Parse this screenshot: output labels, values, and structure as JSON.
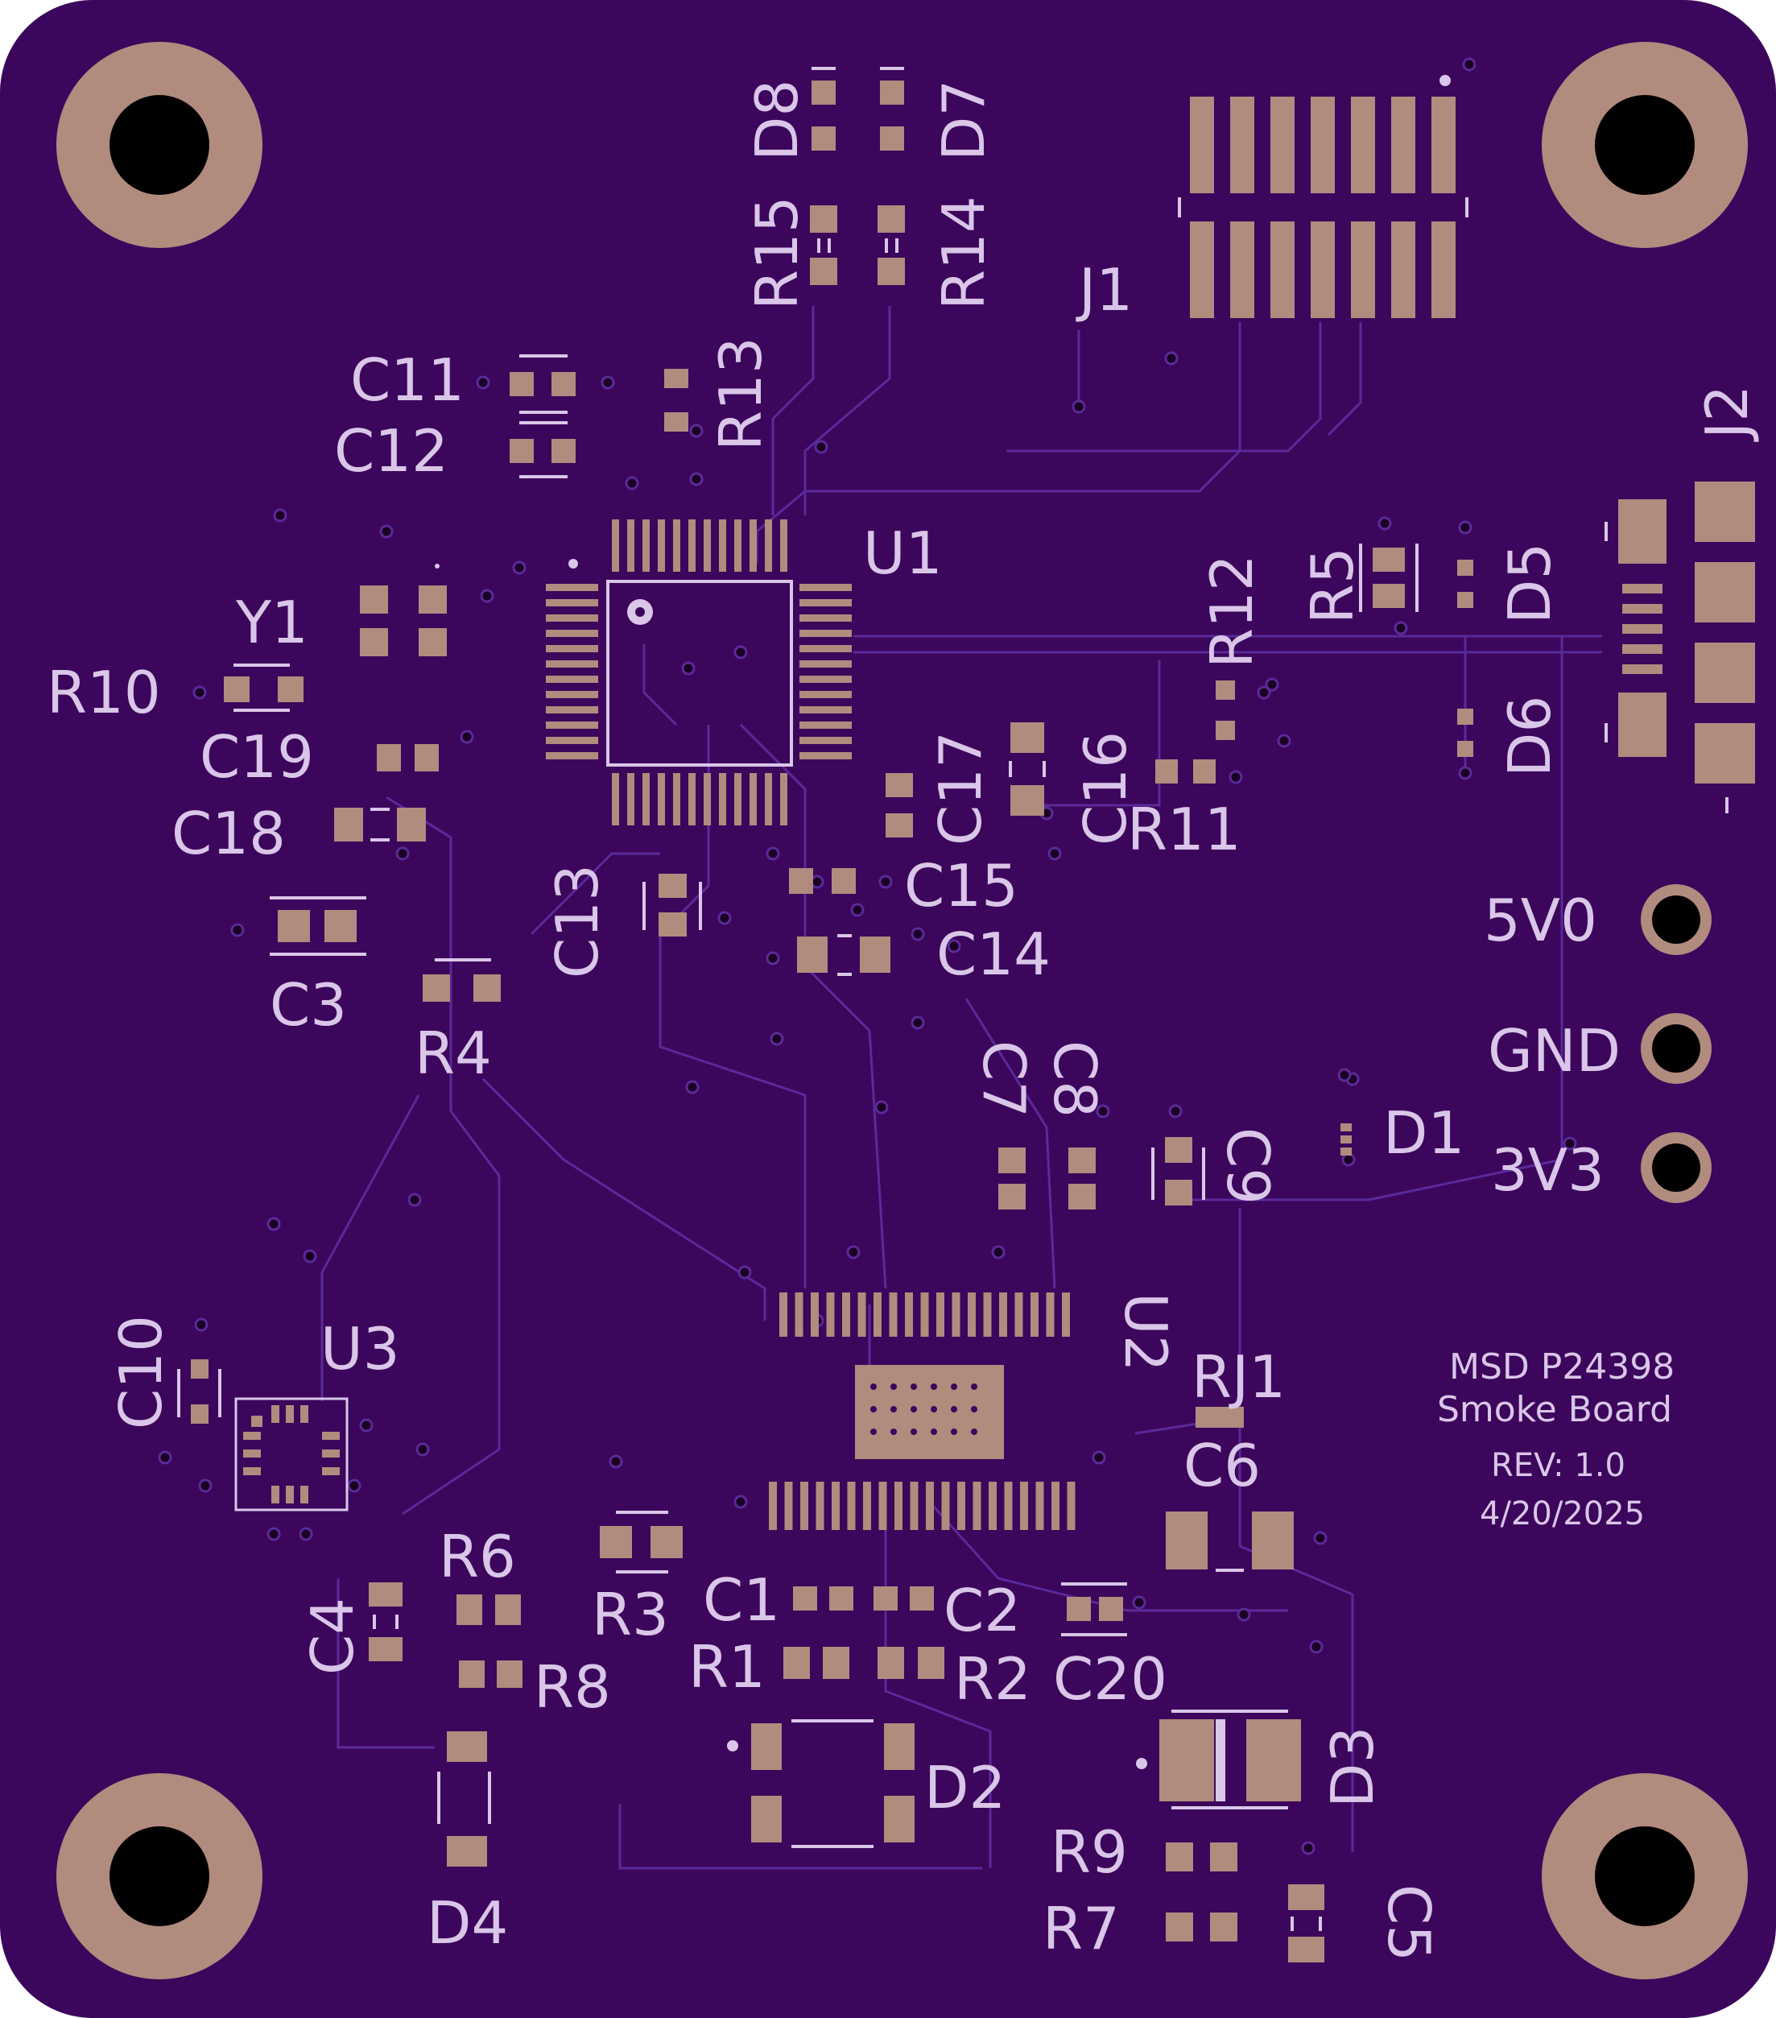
{
  "board": {
    "labels": {
      "D8": "D8",
      "D7": "D7",
      "R15": "R15",
      "R14": "R14",
      "J1": "J1",
      "J2": "J2",
      "C11": "C11",
      "C12": "C12",
      "R13": "R13",
      "U1": "U1",
      "Y1": "Y1",
      "R10": "R10",
      "C19": "C19",
      "C18": "C18",
      "C3": "C3",
      "R4": "R4",
      "C13": "C13",
      "C17": "C17",
      "C16": "C16",
      "C15": "C15",
      "C14": "C14",
      "R11": "R11",
      "R12": "R12",
      "R5": "R5",
      "D5": "D5",
      "D6": "D6",
      "C7": "C7",
      "C8": "C8",
      "C9": "C9",
      "D1": "D1",
      "U2": "U2",
      "RJ1": "RJ1",
      "C6": "C6",
      "C10": "C10",
      "U3": "U3",
      "R6": "R6",
      "C4": "C4",
      "R8": "R8",
      "R3": "R3",
      "C1": "C1",
      "C2": "C2",
      "R1": "R1",
      "R2": "R2",
      "C20": "C20",
      "D2": "D2",
      "D3": "D3",
      "R9": "R9",
      "R7": "R7",
      "C5": "C5",
      "D4": "D4"
    },
    "header_pins": {
      "pin1": "5V0",
      "pin2": "GND",
      "pin3": "3V3"
    },
    "info": {
      "line1": "MSD P24398",
      "line2": "Smoke Board",
      "line3": "REV: 1.0",
      "line4": "4/20/2025"
    },
    "colors": {
      "board": "#3c065c",
      "trace": "#5a2a9a",
      "silkscreen": "#d9c6e8",
      "pad": "#b18b7e",
      "hole": "#000000"
    }
  }
}
